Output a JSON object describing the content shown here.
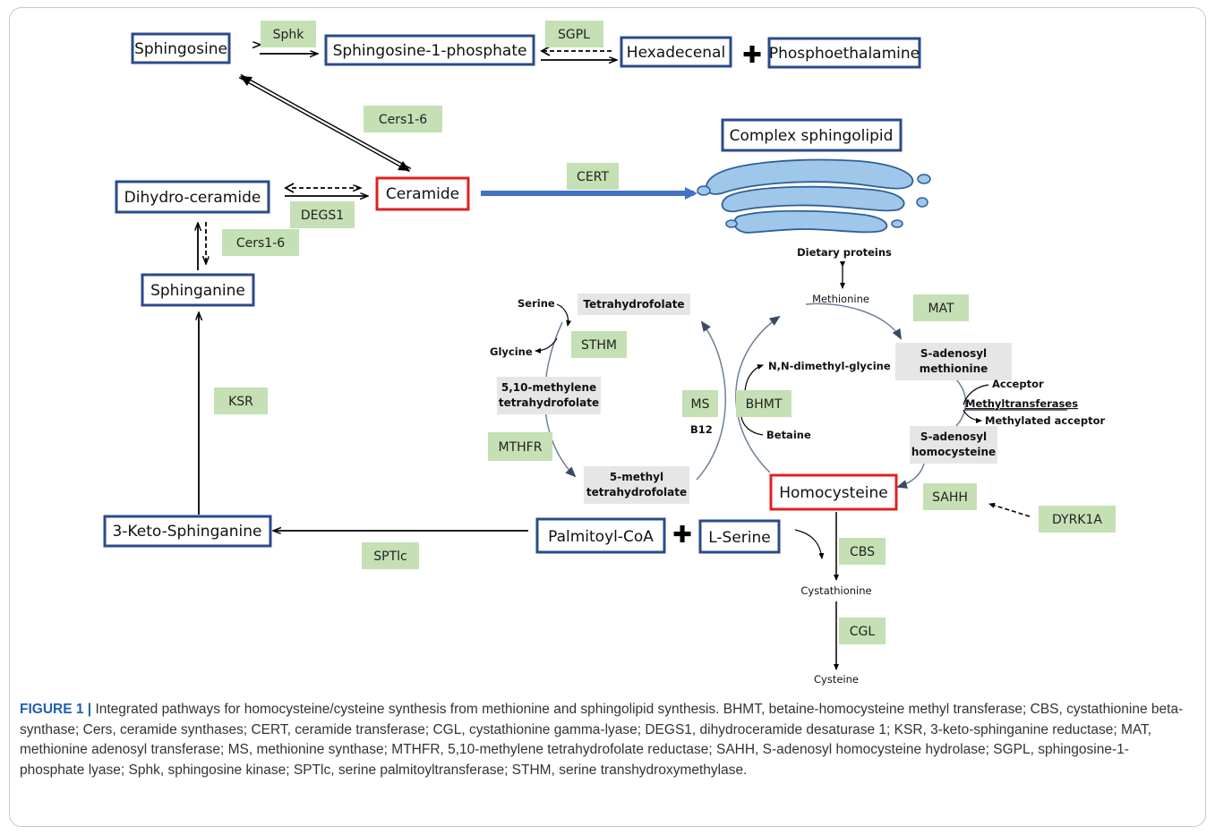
{
  "nodes": {
    "sphingosine": "Sphingosine",
    "s1p": "Sphingosine-1-phosphate",
    "hexadecenal": "Hexadecenal",
    "phosphoethalamine": "Phosphoethalamine",
    "plus": "✚",
    "complex_sphingolipid": "Complex sphingolipid",
    "dihydroceramide": "Dihydro-ceramide",
    "ceramide": "Ceramide",
    "sphinganine": "Sphinganine",
    "keto_sphinganine": "3-Keto-Sphinganine",
    "palmitoyl_coa": "Palmitoyl-CoA",
    "l_serine": "L-Serine",
    "homocysteine": "Homocysteine"
  },
  "enzymes": {
    "sphk": "Sphk",
    "sgpl": "SGPL",
    "cers_top": "Cers1-6",
    "cert": "CERT",
    "degs1": "DEGS1",
    "cers_left": "Cers1-6",
    "ksr": "KSR",
    "sptlc": "SPTlc",
    "mat": "MAT",
    "sthm": "STHM",
    "ms": "MS",
    "bhmt": "BHMT",
    "mthfr": "MTHFR",
    "sahh": "SAHH",
    "dyrk1a": "DYRK1A",
    "cbs": "CBS",
    "cgl": "CGL"
  },
  "metabolites": {
    "dietary_proteins": "Dietary proteins",
    "methionine": "Methionine",
    "serine": "Serine",
    "glycine": "Glycine",
    "thf": "Tetrahydrofolate",
    "methylene_thf_1": "5,10-methylene",
    "methylene_thf_2": "tetrahydrofolate",
    "methyl_thf_1": "5-methyl",
    "methyl_thf_2": "tetrahydrofolate",
    "dmg": "N,N-dimethyl-glycine",
    "b12": "B12",
    "betaine": "Betaine",
    "sam_1": "S-adenosyl",
    "sam_2": "methionine",
    "acceptor": "Acceptor",
    "methyltransferases": "Methyltransferases",
    "methylated_acceptor": "Methylated acceptor",
    "sah_1": "S-adenosyl",
    "sah_2": "homocysteine",
    "cystathionine": "Cystathionine",
    "cysteine": "Cysteine"
  },
  "colors": {
    "node_border_blue": "#2b4a8c",
    "node_border_red": "#e02020",
    "enzyme_fill": "#c5e0b4",
    "cert_arrow": "#4472c4",
    "metabolite_fill": "#e6e6e6",
    "cycle_line": "#6d7f99",
    "caption_label": "#1f5fb0"
  },
  "caption": {
    "label": "FIGURE 1 |",
    "text": "Integrated pathways for homocysteine/cysteine synthesis from methionine and sphingolipid synthesis. BHMT, betaine-homocysteine methyl transferase; CBS, cystathionine beta-synthase; Cers, ceramide synthases; CERT, ceramide transferase; CGL, cystathionine gamma-lyase; DEGS1, dihydroceramide desaturase 1; KSR, 3-keto-sphinganine reductase; MAT, methionine adenosyl transferase; MS, methionine synthase; MTHFR, 5,10-methylene tetrahydrofolate reductase; SAHH, S-adenosyl homocysteine hydrolase; SGPL, sphingosine-1-phosphate lyase; Sphk, sphingosine kinase; SPTlc, serine palmitoyltransferase; STHM, serine transhydroxymethylase."
  }
}
